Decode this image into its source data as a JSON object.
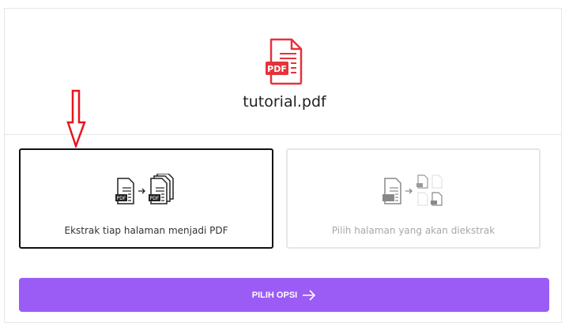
{
  "file": {
    "name": "tutorial.pdf",
    "icon": "pdf-file-icon",
    "badge": "PDF"
  },
  "options": [
    {
      "label": "Ekstrak tiap halaman menjadi PDF",
      "icon": "split-all-pages-icon",
      "selected": true
    },
    {
      "label": "Pilih halaman yang akan diekstrak",
      "icon": "select-pages-icon",
      "selected": false
    }
  ],
  "action": {
    "label": "PILIH OPSI",
    "icon": "arrow-right-icon"
  },
  "colors": {
    "accent": "#9b5cf6",
    "pdf_red": "#e5323b",
    "annotation": "#e8141e"
  }
}
